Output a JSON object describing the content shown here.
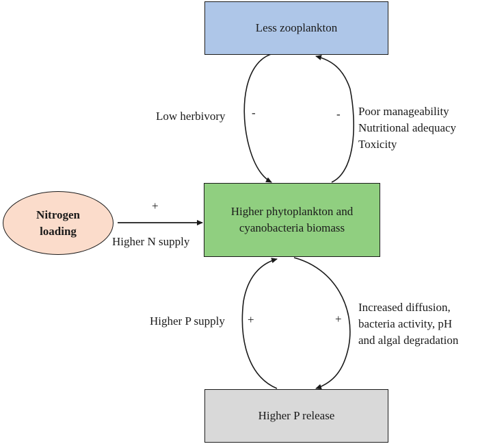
{
  "nodes": {
    "zooplankton": "Less zooplankton",
    "phytoplankton": "Higher phytoplankton and\ncyanobacteria biomass",
    "p_release": "Higher P release",
    "nitrogen": "Nitrogen\nloading"
  },
  "top_loop": {
    "left_label": "Low herbivory",
    "left_sign": "-",
    "right_sign": "-",
    "right_label": "Poor manageability\nNutritional adequacy\nToxicity"
  },
  "nitrogen_arrow": {
    "sign": "+",
    "label": "Higher N supply"
  },
  "bottom_loop": {
    "left_label": "Higher P supply",
    "left_sign": "+",
    "right_sign": "+",
    "right_label": "Increased diffusion,\nbacteria activity, pH\nand algal degradation"
  },
  "colors": {
    "zooplankton_fill": "#aec6e8",
    "phytoplankton_fill": "#90cf80",
    "p_release_fill": "#d9d9d9",
    "nitrogen_fill": "#fbdccb",
    "line": "#1a1a1a"
  }
}
